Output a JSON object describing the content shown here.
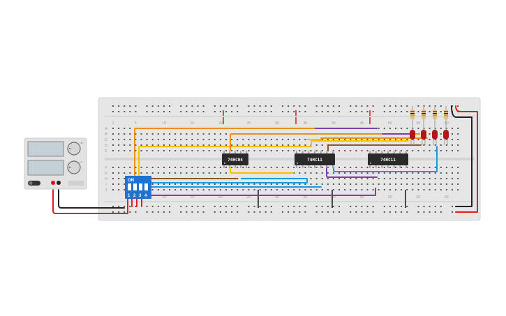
{
  "breadboard": {
    "column_numbers_top": [
      "1",
      "5",
      "10",
      "15",
      "20",
      "25",
      "30",
      "35",
      "40",
      "45",
      "50",
      "55",
      "60"
    ],
    "column_numbers_bottom": [
      "5",
      "10",
      "15",
      "20",
      "25",
      "30",
      "35",
      "40",
      "45",
      "50",
      "55",
      "60"
    ],
    "row_letters_top": [
      "A",
      "B",
      "C",
      "D",
      "E"
    ],
    "row_letters_bottom": [
      "F",
      "G",
      "H",
      "I",
      "J"
    ]
  },
  "chips": [
    {
      "label": "74HC04"
    },
    {
      "label": "74HC11"
    },
    {
      "label": "74HC11"
    }
  ],
  "dip_switch": {
    "on_label": "ON",
    "numbers": [
      "1",
      "2",
      "3",
      "4"
    ]
  },
  "power_supply": {
    "label_top": "15V",
    "label_bottom": "1A"
  },
  "colors": {
    "board": "#e6e6e6",
    "wire_red": "#e02020",
    "wire_black": "#222222",
    "wire_orange": "#e8901a",
    "wire_yellow": "#f2c200",
    "wire_purple": "#7d3fa8",
    "wire_blue": "#1a9ad8",
    "wire_brown": "#8b5a2b",
    "led": "#b01818",
    "chip": "#2a2a2a",
    "dip": "#1e73d0"
  }
}
